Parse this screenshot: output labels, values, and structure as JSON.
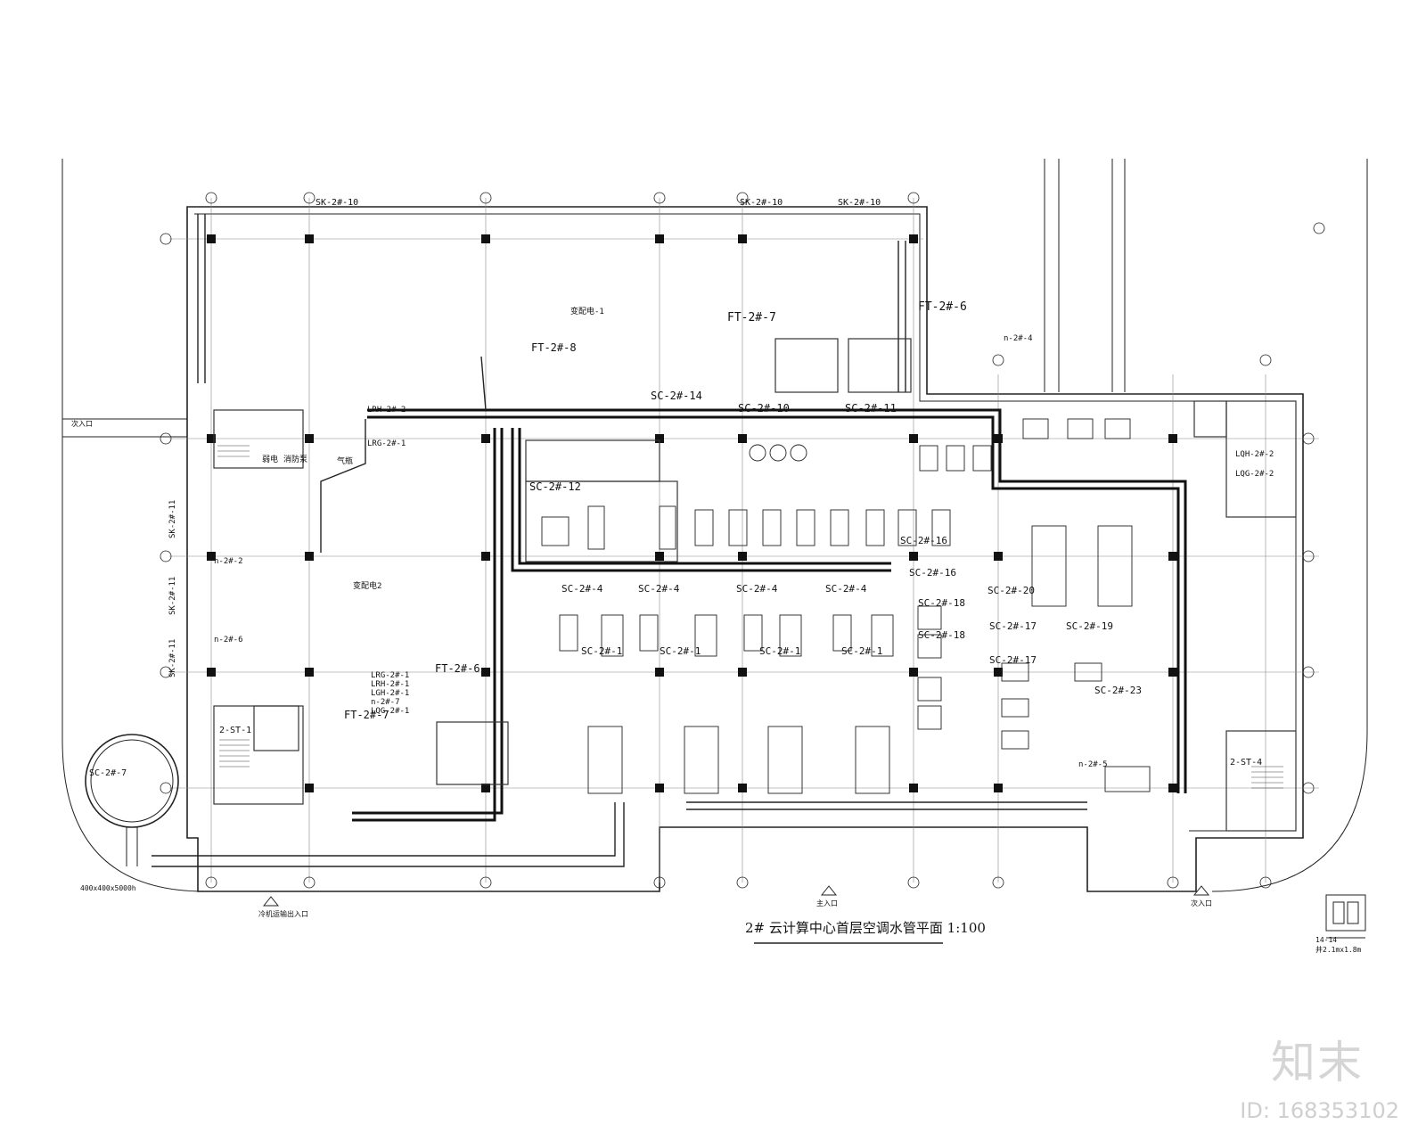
{
  "drawing": {
    "title": "2# 云计算中心首层空调水管平面",
    "scale": "1:100",
    "entrances": [
      "主入口",
      "次入口",
      "次入口",
      "冷机运输出入口"
    ],
    "detail": {
      "name": "14-14",
      "size": "井2.1mx1.8m"
    },
    "tank_size": "400x400x5000h"
  },
  "labels": [
    {
      "id": "sk-top-left",
      "text": "SK-2#-10"
    },
    {
      "id": "sk-top-right",
      "text": "SK-2#-10"
    },
    {
      "id": "sk-top-right2",
      "text": "SK-2#-10"
    },
    {
      "id": "ft7-top",
      "text": "FT-2#-7"
    },
    {
      "id": "ft6-top",
      "text": "FT-2#-6"
    },
    {
      "id": "ft8",
      "text": "FT-2#-8"
    },
    {
      "id": "sc14",
      "text": "SC-2#-14"
    },
    {
      "id": "sc10",
      "text": "SC-2#-10"
    },
    {
      "id": "sc11",
      "text": "SC-2#-11"
    },
    {
      "id": "sc12",
      "text": "SC-2#-12"
    },
    {
      "id": "sc4a",
      "text": "SC-2#-4"
    },
    {
      "id": "sc4b",
      "text": "SC-2#-4"
    },
    {
      "id": "sc4c",
      "text": "SC-2#-4"
    },
    {
      "id": "sc4d",
      "text": "SC-2#-4"
    },
    {
      "id": "sc1a",
      "text": "SC-2#-1"
    },
    {
      "id": "sc1b",
      "text": "SC-2#-1"
    },
    {
      "id": "sc1c",
      "text": "SC-2#-1"
    },
    {
      "id": "sc1d",
      "text": "SC-2#-1"
    },
    {
      "id": "sc16a",
      "text": "SC-2#-16"
    },
    {
      "id": "sc16b",
      "text": "SC-2#-16"
    },
    {
      "id": "sc18a",
      "text": "SC-2#-18"
    },
    {
      "id": "sc18b",
      "text": "SC-2#-18"
    },
    {
      "id": "sc17a",
      "text": "SC-2#-17"
    },
    {
      "id": "sc17b",
      "text": "SC-2#-17"
    },
    {
      "id": "sc19",
      "text": "SC-2#-19"
    },
    {
      "id": "sc23",
      "text": "SC-2#-23"
    },
    {
      "id": "sc20",
      "text": "SC-2#-20"
    },
    {
      "id": "sc7",
      "text": "SC-2#-7"
    },
    {
      "id": "ft6-mid",
      "text": "FT-2#-6"
    },
    {
      "id": "ft7-mid",
      "text": "FT-2#-7"
    },
    {
      "id": "n4",
      "text": "n-2#-4"
    },
    {
      "id": "n5",
      "text": "n-2#-5"
    },
    {
      "id": "n6",
      "text": "n-2#-6"
    },
    {
      "id": "n2",
      "text": "n-2#-2"
    },
    {
      "id": "st1",
      "text": "2-ST-1"
    },
    {
      "id": "st4",
      "text": "2-ST-4"
    },
    {
      "id": "lrh2",
      "text": "LRH-2#-2"
    },
    {
      "id": "lrg2",
      "text": "LRG-2#-1"
    },
    {
      "id": "lqh2",
      "text": "LQH-2#-2"
    },
    {
      "id": "lqg2",
      "text": "LQG-2#-2"
    },
    {
      "id": "lrg1",
      "text": "LRG-2#-1"
    },
    {
      "id": "lrh1",
      "text": "LRH-2#-1"
    },
    {
      "id": "lgh1",
      "text": "LGH-2#-1"
    },
    {
      "id": "n7",
      "text": "n-2#-7"
    },
    {
      "id": "lqg1",
      "text": "LQG-2#-1"
    },
    {
      "id": "sk11a",
      "text": "SK-2#-11"
    },
    {
      "id": "sk11b",
      "text": "SK-2#-11"
    },
    {
      "id": "sk11c",
      "text": "SK-2#-11"
    },
    {
      "id": "room1",
      "text": "变配电-1"
    },
    {
      "id": "room2",
      "text": "变配电2"
    },
    {
      "id": "room-sd",
      "text": "弱电"
    },
    {
      "id": "room-pump",
      "text": "消防泵"
    },
    {
      "id": "room-gas",
      "text": "气瓶"
    }
  ],
  "watermark": {
    "logo": "知末",
    "id": "ID: 168353102"
  }
}
